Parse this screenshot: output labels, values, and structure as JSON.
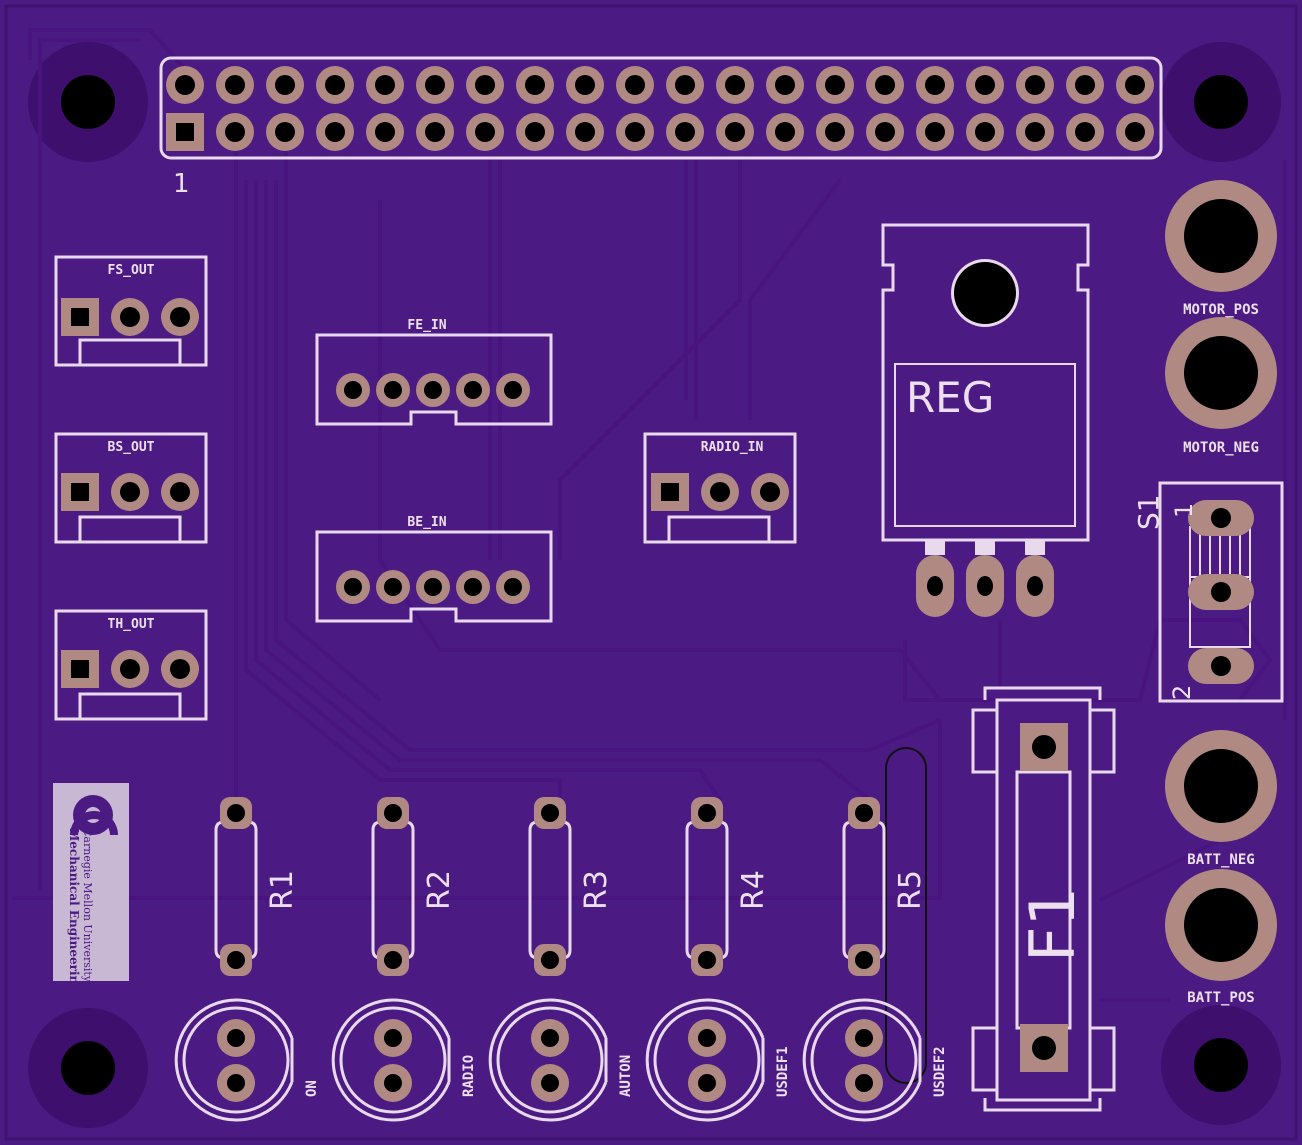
{
  "header_pin1_label": "1",
  "connectors": {
    "fs_out": "FS_OUT",
    "bs_out": "BS_OUT",
    "th_out": "TH_OUT",
    "fe_in": "FE_IN",
    "be_in": "BE_IN",
    "radio_in": "RADIO_IN"
  },
  "regulator_label": "REG",
  "terminals": {
    "motor_pos": "MOTOR_POS",
    "motor_neg": "MOTOR_NEG",
    "batt_neg": "BATT_NEG",
    "batt_pos": "BATT_POS"
  },
  "switch": {
    "label": "S1",
    "pin1": "1",
    "pin2": "2"
  },
  "fuse_label": "F1",
  "resistors": [
    "R1",
    "R2",
    "R3",
    "R4",
    "R5"
  ],
  "leds": [
    "ON",
    "RADIO",
    "AUTON",
    "USDEF1",
    "USDEF2"
  ],
  "logo": {
    "line1": "Mechanical Engineering",
    "line2": "Carnegie Mellon University"
  },
  "colors": {
    "board": "#4b1a83",
    "silkscreen": "#e8d9ec",
    "pad": "#b08a82",
    "drill": "#000000"
  }
}
